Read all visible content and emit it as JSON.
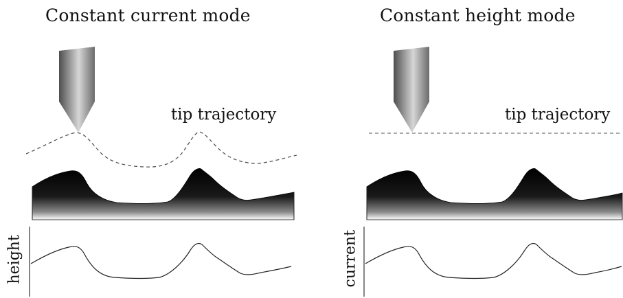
{
  "panels": {
    "left": {
      "title": "Constant current mode",
      "trajectory_label": "tip trajectory",
      "signal_axis_label": "height"
    },
    "right": {
      "title": "Constant height mode",
      "trajectory_label": "tip trajectory",
      "signal_axis_label": "current"
    }
  },
  "colors": {
    "surface_top": "#000000",
    "surface_bottom": "#ffffff",
    "tip_dark": "#5a5a5a",
    "tip_light": "#d8d8d8",
    "trajectory_dashed": "#555555",
    "signal_line": "#222222"
  }
}
